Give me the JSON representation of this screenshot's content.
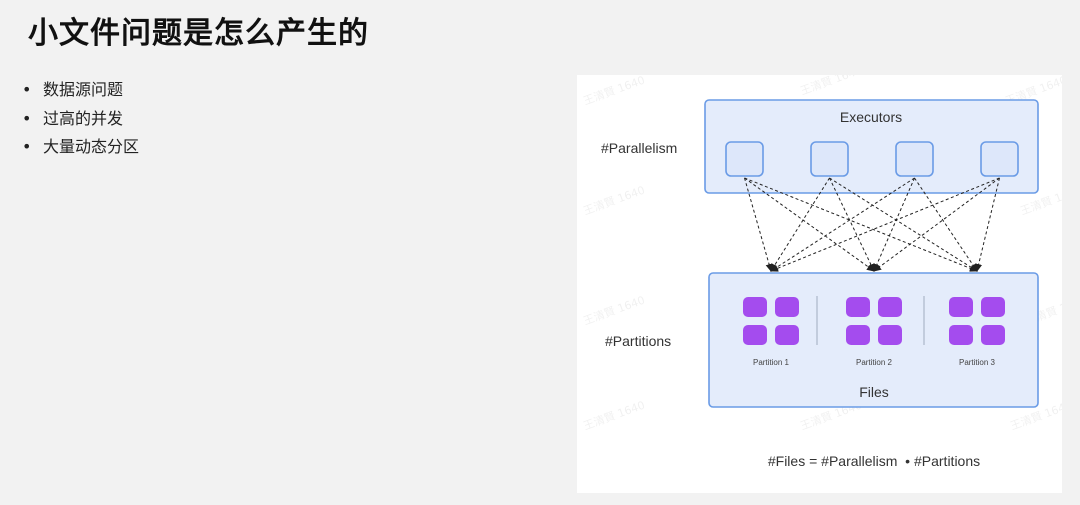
{
  "slide": {
    "title": "小文件问题是怎么产生的",
    "bullets": [
      "数据源问题",
      "过高的并发",
      "大量动态分区"
    ]
  },
  "diagram": {
    "parallelism_label": "#Parallelism",
    "partitions_label": "#Partitions",
    "executors_label": "Executors",
    "files_label": "Files",
    "executor_count": 4,
    "partitions": [
      {
        "label": "Partition 1",
        "file_count": 4
      },
      {
        "label": "Partition 2",
        "file_count": 4
      },
      {
        "label": "Partition 3",
        "file_count": 4
      }
    ],
    "formula": "#Files = #Parallelism  • #Partitions",
    "watermark": "王清賢 1640",
    "colors": {
      "box_border": "#6a9be6",
      "box_fill": "#e4ecfb",
      "slot_fill": "#dde7fa",
      "file_fill": "#a44cee",
      "arrow": "#222222"
    }
  }
}
